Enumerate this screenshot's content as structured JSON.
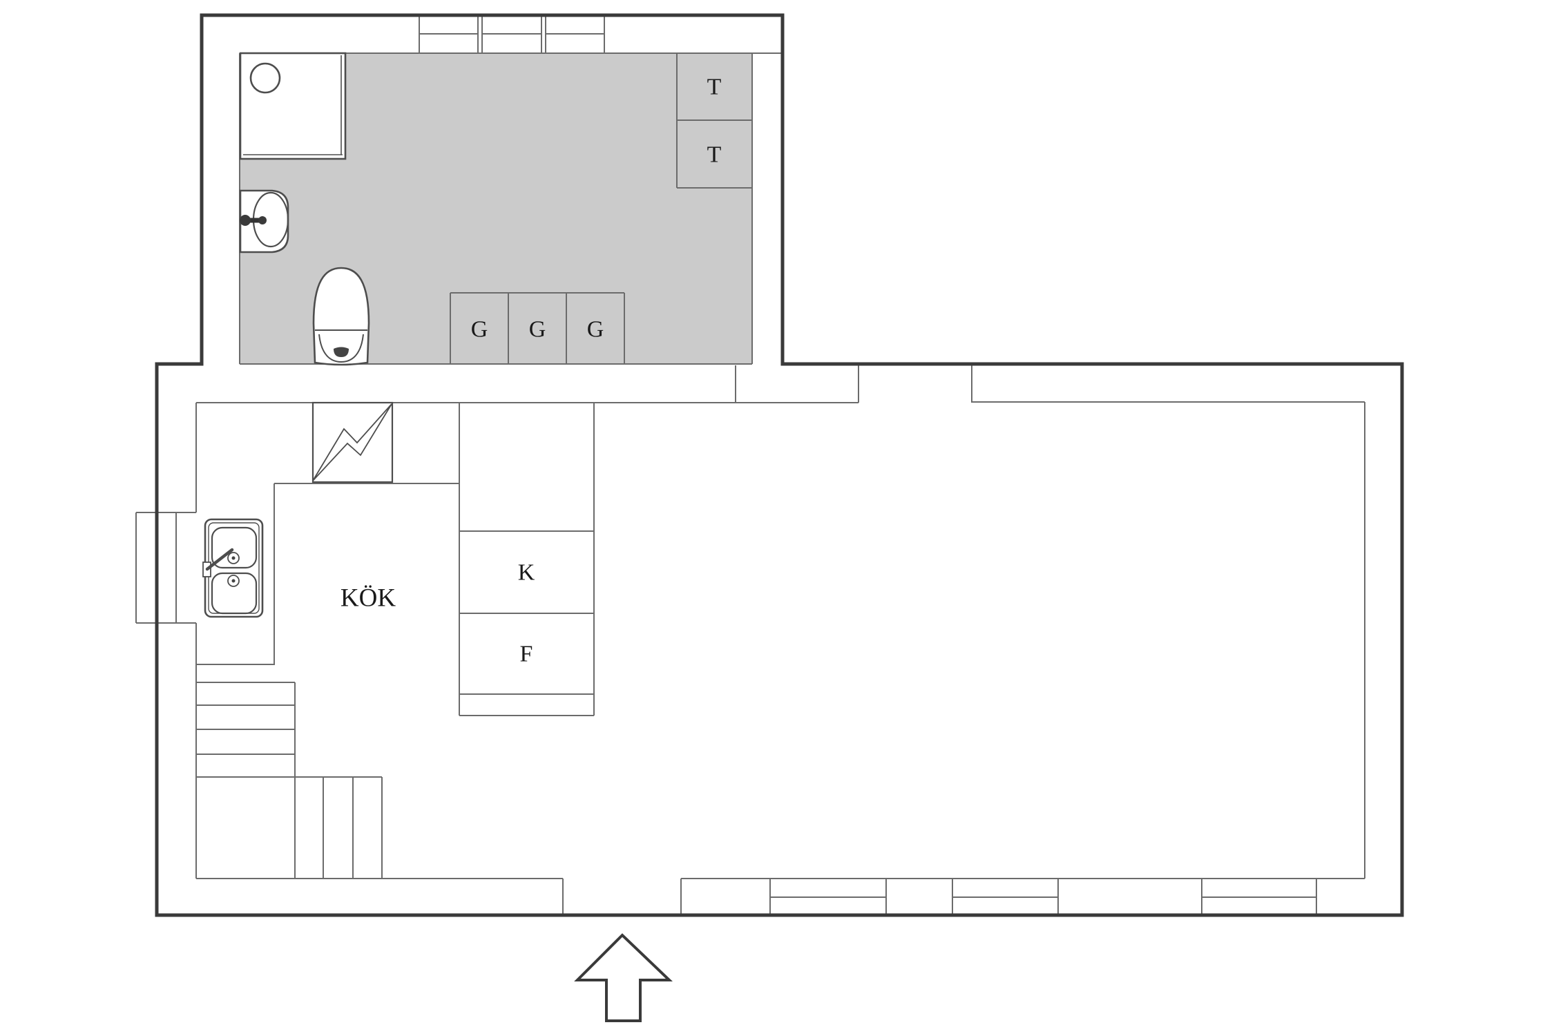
{
  "plan": {
    "title": "floor-plan",
    "rooms": {
      "kitchen_label": "KÖK"
    },
    "closets": {
      "g1": "G",
      "g2": "G",
      "g3": "G",
      "t1": "T",
      "t2": "T"
    },
    "appliances": {
      "fridge": "K",
      "freezer": "F"
    },
    "colors": {
      "background": "#ffffff",
      "bathroom_floor": "#cbcbcb",
      "wall": "#3a3a3a",
      "line": "#6b6b6b",
      "fixture": "#4d4d4d",
      "text": "#1a1a1a"
    }
  }
}
